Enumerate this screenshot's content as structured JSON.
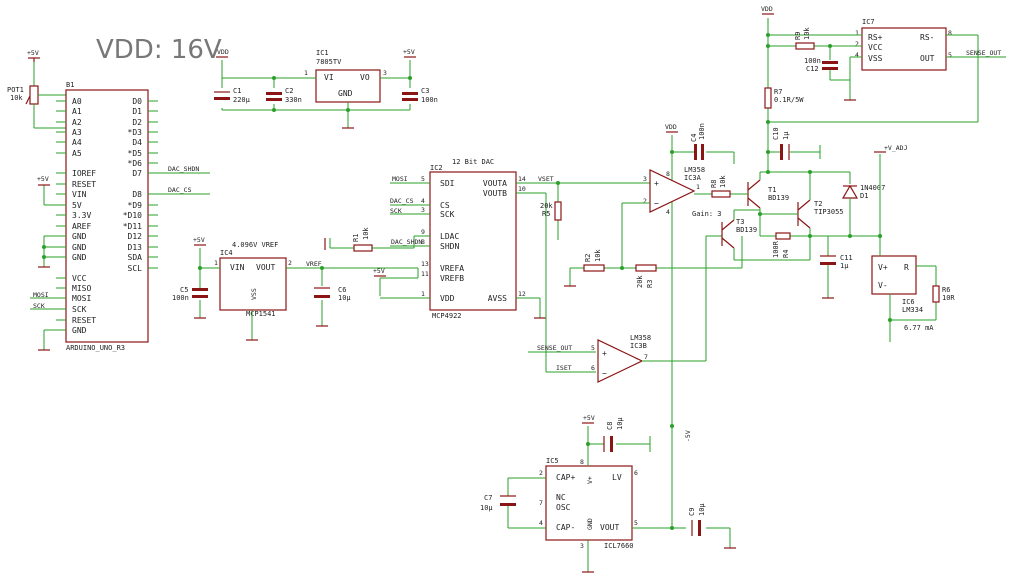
{
  "title": "VDD: 16V",
  "b1": {
    "name": "B1",
    "left_pins": [
      "A0",
      "A1",
      "A2",
      "A3",
      "A4",
      "A5",
      "IOREF",
      "RESET",
      "VIN",
      "5V",
      "3.3V",
      "AREF",
      "GND",
      "GND",
      "GND",
      "VCC",
      "MISO",
      "MOSI",
      "SCK",
      "RESET",
      "GND"
    ],
    "right_pins": [
      "D0",
      "D1",
      "D2",
      "*D3",
      "D4",
      "*D5",
      "*D6",
      "D7",
      "D8",
      "*D9",
      "*D10",
      "*D11",
      "D12",
      "D13",
      "SDA",
      "SCL"
    ],
    "value": "ARDUINO_UNO_R3"
  },
  "pot": {
    "name": "POT1",
    "value": "10k"
  },
  "ic1": {
    "name": "IC1",
    "value": "7805TV",
    "vi": "VI",
    "vo": "VO",
    "gnd": "GND",
    "pin_in": "1",
    "pin_out": "3"
  },
  "c1": {
    "name": "C1",
    "value": "220µ"
  },
  "c2": {
    "name": "C2",
    "value": "330n"
  },
  "c3": {
    "name": "C3",
    "value": "100n"
  },
  "c5": {
    "name": "C5",
    "value": "100n"
  },
  "c6": {
    "name": "C6",
    "value": "10µ"
  },
  "c7": {
    "name": "C7",
    "value": "10µ"
  },
  "c8": {
    "name": "C8",
    "value": "10µ"
  },
  "c9": {
    "name": "C9",
    "value": "10µ"
  },
  "c10": {
    "name": "C10",
    "value": "1µ"
  },
  "c11": {
    "name": "C11",
    "value": "1µ"
  },
  "c12": {
    "name": "C12",
    "value": "100n"
  },
  "c4": {
    "name": "C4",
    "value": "100n"
  },
  "ic4": {
    "name": "IC4",
    "title": "4.096V VREF",
    "vin": "VIN",
    "vout": "VOUT",
    "vss": "VSS",
    "value": "MCP1541",
    "pin_in": "1",
    "pin_out": "2"
  },
  "ic2": {
    "name": "IC2",
    "title": "12 Bit DAC",
    "left_pins": [
      "SDI",
      "CS",
      "SCK",
      "LDAC",
      "SHDN",
      "VREFA",
      "VREFB",
      "VDD"
    ],
    "right_pins": [
      "VOUTA",
      "VOUTB",
      "AVSS"
    ],
    "left_nums": [
      "5",
      "4",
      "3",
      "9",
      "8",
      "13",
      "11",
      "1"
    ],
    "right_nums": [
      "14",
      "10",
      "12"
    ],
    "value": "MCP4922"
  },
  "r1": {
    "name": "R1",
    "value": "10k"
  },
  "r2": {
    "name": "R2",
    "value": "10k"
  },
  "r3": {
    "name": "R3",
    "value": "20k"
  },
  "r4": {
    "name": "R4",
    "value": "100R"
  },
  "r5": {
    "name": "R5",
    "value": "20k"
  },
  "r6": {
    "name": "R6",
    "value": "10R"
  },
  "r7": {
    "name": "R7",
    "value": "0.1R/5W"
  },
  "r8": {
    "name": "R8",
    "value": "10k"
  },
  "r9": {
    "name": "R9",
    "value": "10k"
  },
  "ic3a": {
    "name": "IC3A",
    "value": "LM358",
    "gain": "Gain: 3"
  },
  "ic3b": {
    "name": "IC3B",
    "value": "LM358"
  },
  "t1": {
    "name": "T1",
    "value": "BD139"
  },
  "t2": {
    "name": "T2",
    "value": "TIP3055"
  },
  "t3": {
    "name": "T3",
    "value": "BD139"
  },
  "d1": {
    "name": "D1",
    "value": "1N4007"
  },
  "ic6": {
    "name": "IC6",
    "value": "LM334",
    "vplus": "V+",
    "vminus": "V-",
    "r": "R",
    "current": "6.77 mA"
  },
  "ic7": {
    "name": "IC7",
    "rsp": "RS+",
    "rsm": "RS-",
    "vcc": "VCC",
    "vss": "VSS",
    "out": "OUT",
    "pins": [
      "1",
      "2",
      "4",
      "8",
      "5"
    ]
  },
  "ic5": {
    "name": "IC5",
    "capp": "CAP+",
    "capm": "CAP-",
    "nc": "NC",
    "osc": "OSC",
    "lv": "LV",
    "vout": "VOUT",
    "vplus": "V+",
    "gnd": "GND",
    "value": "ICL7660",
    "pins": [
      "2",
      "8",
      "6",
      "7",
      "4",
      "3",
      "5"
    ]
  },
  "supplies": {
    "p5v": "+5V",
    "vdd": "VDD",
    "m5v": "-5V",
    "vadj": "+V_ADJ"
  },
  "nets": {
    "dac_shdn": "DAC_SHDN",
    "dac_cs": "DAC_CS",
    "mosi": "MOSI",
    "sck": "SCK",
    "vset": "VSET",
    "vref": "VREF",
    "iset": "ISET",
    "sense_out": "SENSE_OUT",
    "sense_out_ic7": "SENSE_OUT",
    "mosi_ard": "MOSI",
    "sck_ard": "SCK",
    "dac_cs_ic2": "DAC_CS",
    "sck_ic2": "SCK",
    "dac_shdn_ic2": "DAC_SHDN"
  },
  "opamp_pins": {
    "a_plus": "3",
    "a_minus": "2",
    "a_out": "1",
    "a_vcc": "8",
    "a_gnd": "4",
    "b_plus": "5",
    "b_minus": "6",
    "b_out": "7"
  }
}
